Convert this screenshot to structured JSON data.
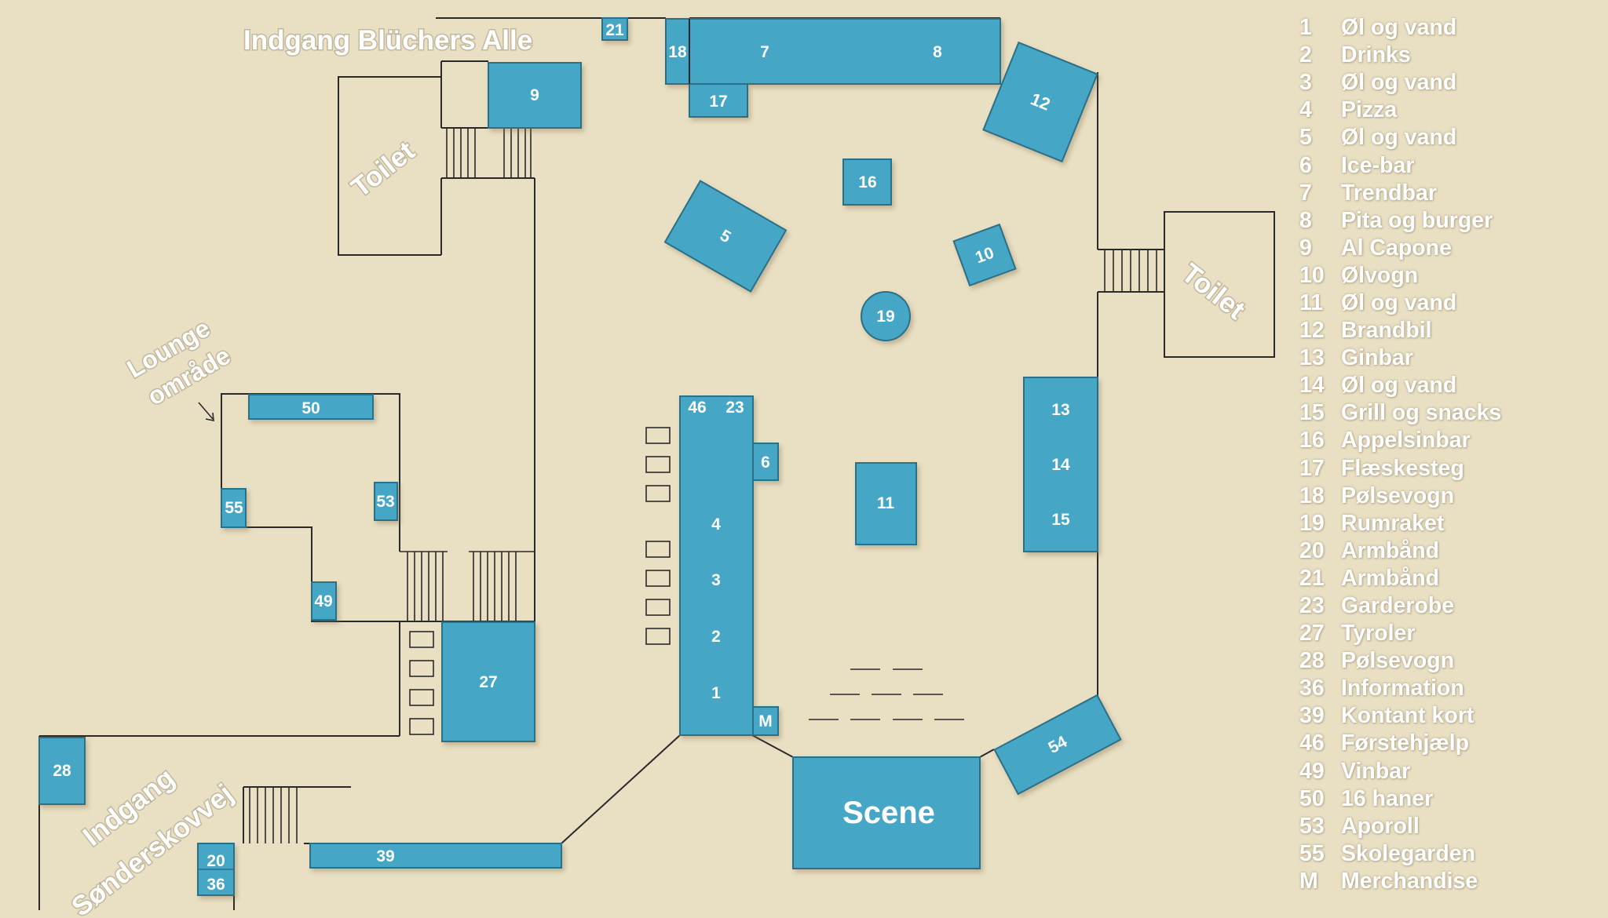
{
  "colors": {
    "background": "#e9dfc2",
    "booth_fill": "#45a6c6",
    "booth_stroke": "#2b6f88",
    "line": "#2a2a2a",
    "text": "#ffffff"
  },
  "areas": {
    "entrance_north": "Indgang Blüchers Alle",
    "entrance_south_line1": "Indgang",
    "entrance_south_line2": "Sønderskovvej",
    "lounge_line1": "Lounge",
    "lounge_line2": "område",
    "toilet_west": "Toilet",
    "toilet_east": "Toilet"
  },
  "booths": {
    "b21": "21",
    "b18": "18",
    "b7": "7",
    "b8": "8",
    "b17": "17",
    "b12": "12",
    "b9": "9",
    "b16": "16",
    "b5": "5",
    "b10": "10",
    "b19": "19",
    "b50": "50",
    "b55": "55",
    "b53": "53",
    "b49": "49",
    "b27": "27",
    "b46": "46",
    "b23": "23",
    "b6": "6",
    "b4": "4",
    "b3": "3",
    "b2": "2",
    "b1": "1",
    "bM": "M",
    "b11": "11",
    "b13": "13",
    "b14": "14",
    "b15": "15",
    "b54": "54",
    "scene": "Scene",
    "b28": "28",
    "b39": "39",
    "b20": "20",
    "b36": "36"
  },
  "legend": [
    {
      "code": "1",
      "name": "Øl og vand"
    },
    {
      "code": "2",
      "name": "Drinks"
    },
    {
      "code": "3",
      "name": "Øl og vand"
    },
    {
      "code": "4",
      "name": "Pizza"
    },
    {
      "code": "5",
      "name": "Øl og vand"
    },
    {
      "code": "6",
      "name": "Ice-bar"
    },
    {
      "code": "7",
      "name": "Trendbar"
    },
    {
      "code": "8",
      "name": "Pita og burger"
    },
    {
      "code": "9",
      "name": "Al Capone"
    },
    {
      "code": "10",
      "name": "Ølvogn"
    },
    {
      "code": "11",
      "name": "Øl og vand"
    },
    {
      "code": "12",
      "name": "Brandbil"
    },
    {
      "code": "13",
      "name": "Ginbar"
    },
    {
      "code": "14",
      "name": "Øl og vand"
    },
    {
      "code": "15",
      "name": "Grill og snacks"
    },
    {
      "code": "16",
      "name": "Appelsinbar"
    },
    {
      "code": "17",
      "name": "Flæskesteg"
    },
    {
      "code": "18",
      "name": "Pølsevogn"
    },
    {
      "code": "19",
      "name": "Rumraket"
    },
    {
      "code": "20",
      "name": "Armbånd"
    },
    {
      "code": "21",
      "name": "Armbånd"
    },
    {
      "code": "23",
      "name": "Garderobe"
    },
    {
      "code": "27",
      "name": "Tyroler"
    },
    {
      "code": "28",
      "name": "Pølsevogn"
    },
    {
      "code": "36",
      "name": "Information"
    },
    {
      "code": "39",
      "name": "Kontant kort"
    },
    {
      "code": "46",
      "name": "Førstehjælp"
    },
    {
      "code": "49",
      "name": "Vinbar"
    },
    {
      "code": "50",
      "name": "16 haner"
    },
    {
      "code": "53",
      "name": "Aporoll"
    },
    {
      "code": "55",
      "name": "Skolegarden"
    },
    {
      "code": "M",
      "name": "Merchandise"
    }
  ]
}
